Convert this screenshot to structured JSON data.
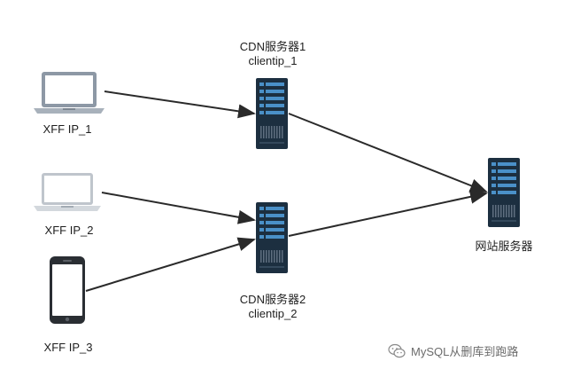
{
  "nodes": {
    "laptop_1": {
      "label": "XFF IP_1",
      "icon": "laptop-icon"
    },
    "laptop_2": {
      "label": "XFF IP_2",
      "icon": "laptop-icon"
    },
    "phone_3": {
      "label": "XFF IP_3",
      "icon": "smartphone-icon"
    },
    "cdn_1": {
      "label_line1": "CDN服务器1",
      "label_line2": "clientip_1",
      "icon": "server-icon"
    },
    "cdn_2": {
      "label_line1": "CDN服务器2",
      "label_line2": "clientip_2",
      "icon": "server-icon"
    },
    "website": {
      "label": "网站服务器",
      "icon": "server-icon"
    }
  },
  "edges": [
    {
      "from": "laptop_1",
      "to": "cdn_1"
    },
    {
      "from": "laptop_2",
      "to": "cdn_2"
    },
    {
      "from": "phone_3",
      "to": "cdn_2"
    },
    {
      "from": "cdn_1",
      "to": "website"
    },
    {
      "from": "cdn_2",
      "to": "website"
    }
  ],
  "watermark": {
    "text": "MySQL从删库到跑路",
    "icon": "wechat-icon"
  },
  "colors": {
    "server_body": "#1c2f40",
    "server_accent": "#4a90c8",
    "arrow": "#2a2a2a"
  }
}
